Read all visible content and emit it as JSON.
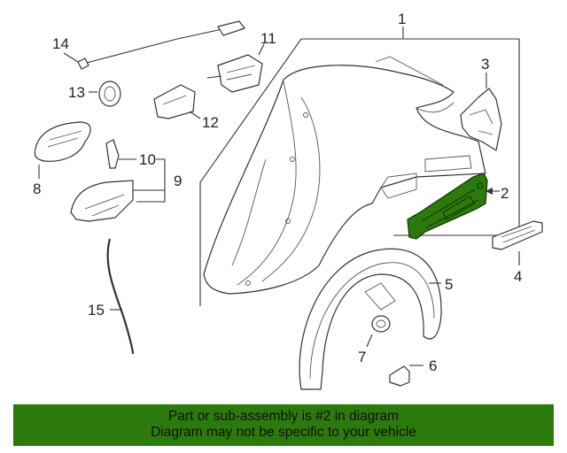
{
  "callouts": {
    "c1": "1",
    "c2": "2",
    "c3": "3",
    "c4": "4",
    "c5": "5",
    "c6": "6",
    "c7": "7",
    "c8": "8",
    "c9": "9",
    "c10": "10",
    "c11": "11",
    "c12": "12",
    "c13": "13",
    "c14": "14",
    "c15": "15"
  },
  "highlight": {
    "part_number": "2",
    "color": "#2c7a0d"
  },
  "banner": {
    "line1": "Part or sub-assembly is #2 in diagram",
    "line2": "Diagram may not be specific to your vehicle",
    "background": "#2c7a0d"
  }
}
